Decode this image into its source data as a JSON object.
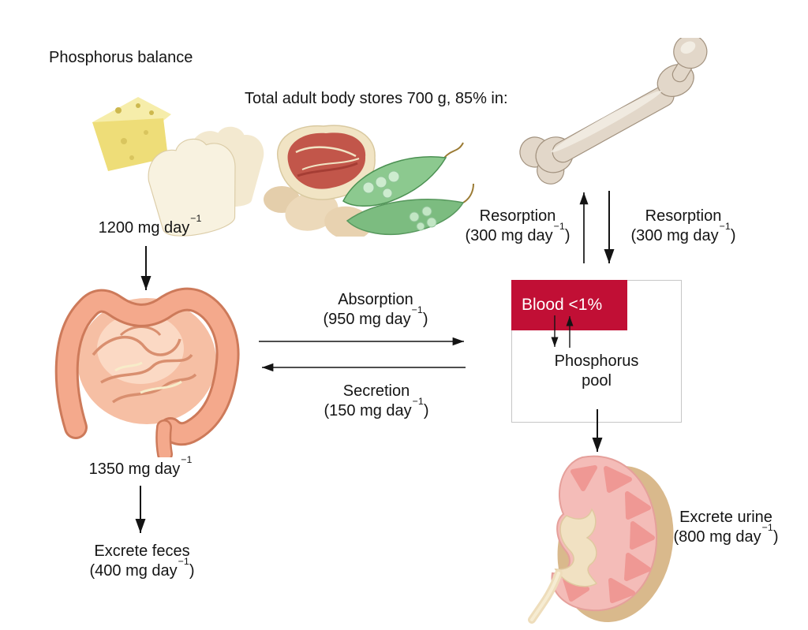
{
  "colors": {
    "accent_red": "#c10f35",
    "text": "#141414",
    "box_border": "#c6c6c6",
    "background": "#ffffff"
  },
  "header": {
    "title": "Phosphorus balance",
    "subtitle": "Total adult body stores 700 g, 85% in:"
  },
  "flows": {
    "intake": {
      "pre": "1200 mg day",
      "sup": "−1",
      "post": ""
    },
    "resorption_to_bone": {
      "name": "Resorption",
      "pre": "(300 mg day",
      "sup": "−1",
      "post": ")"
    },
    "resorption_from_bone": {
      "name": "Resorption",
      "pre": "(300 mg day",
      "sup": "−1",
      "post": ")"
    },
    "absorption": {
      "name": "Absorption",
      "pre": "(950 mg day",
      "sup": "−1",
      "post": ")"
    },
    "secretion": {
      "name": "Secretion",
      "pre": "(150 mg day",
      "sup": "−1",
      "post": ")"
    },
    "fecal_input": {
      "pre": "1350 mg day",
      "sup": "−1",
      "post": ""
    },
    "excrete_feces": {
      "name": "Excrete feces",
      "pre": "(400 mg day",
      "sup": "−1",
      "post": ")"
    },
    "excrete_urine": {
      "name": "Excrete urine",
      "pre": "(800 mg day",
      "sup": "−1",
      "post": ")"
    }
  },
  "compartments": {
    "blood": "Blood <1%",
    "pool_line1": "Phosphorus",
    "pool_line2": "pool"
  },
  "illustrations": {
    "food": "phosphorus-rich foods: cheese, bread, eggs, meat, pea pods",
    "bone": "femur bone",
    "intestine": "intestines",
    "kidney": "kidney cross-section"
  }
}
